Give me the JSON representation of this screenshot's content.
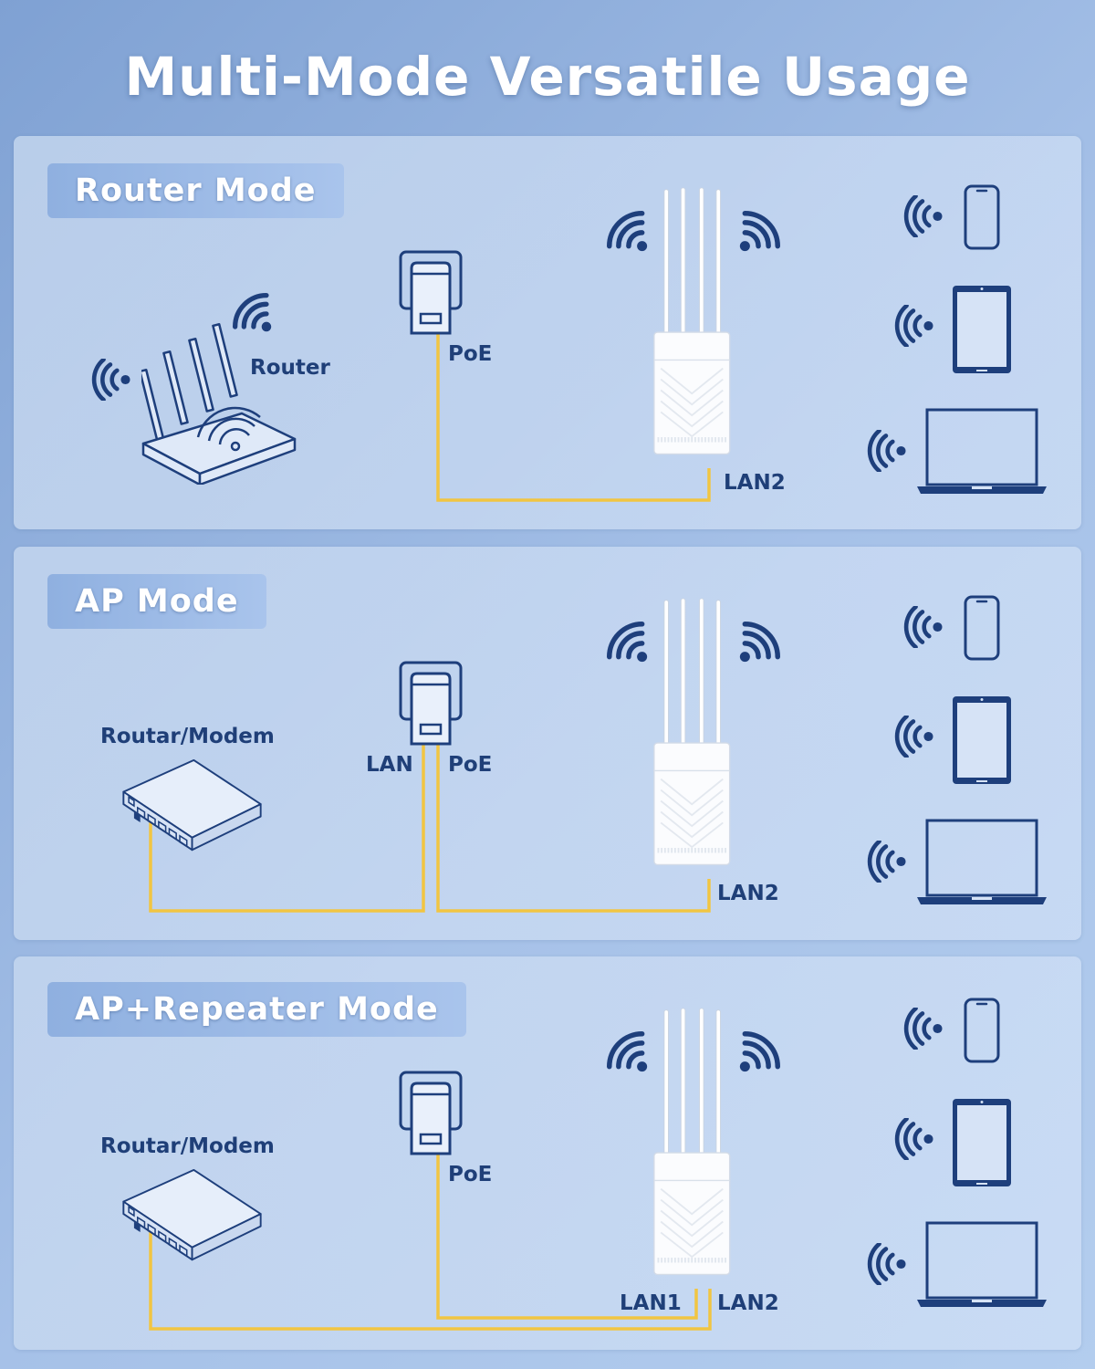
{
  "title": "Multi-Mode Versatile Usage",
  "colors": {
    "icon": "#1e3f7c",
    "cable": "#f1c542",
    "badge": "#9ab7e4"
  },
  "icons": [
    "wifi-signal-icon",
    "router-icon",
    "poe-injector-icon",
    "access-point-icon",
    "modem-switch-icon",
    "phone-icon",
    "tablet-icon",
    "laptop-icon"
  ],
  "panels": [
    {
      "mode": "Router Mode",
      "source_label": "Router",
      "poe_label": "PoE",
      "lan_label": "",
      "ap_port_labels": [
        "LAN2"
      ]
    },
    {
      "mode": "AP Mode",
      "source_label": "Routar/Modem",
      "poe_label": "PoE",
      "lan_label": "LAN",
      "ap_port_labels": [
        "LAN2"
      ]
    },
    {
      "mode": "AP+Repeater Mode",
      "source_label": "Routar/Modem",
      "poe_label": "PoE",
      "lan_label": "",
      "ap_port_labels": [
        "LAN1",
        "LAN2"
      ]
    }
  ]
}
